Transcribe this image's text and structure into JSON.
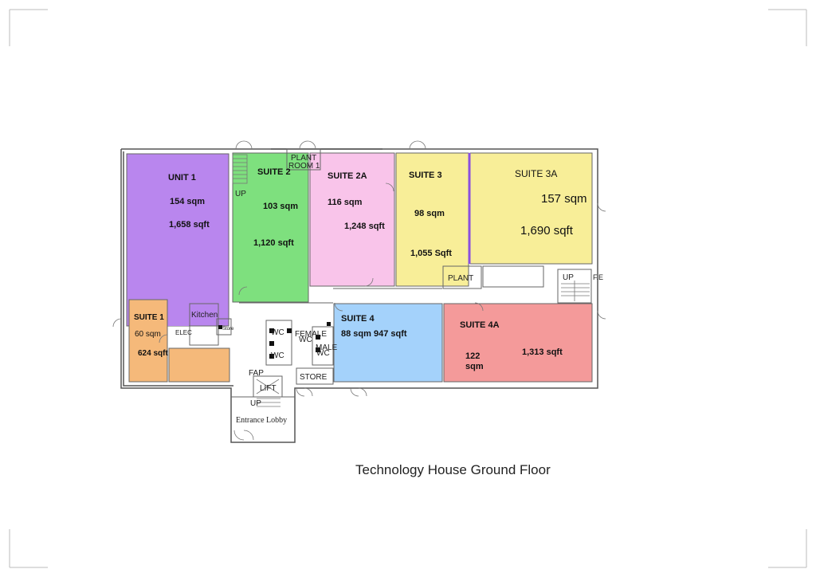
{
  "title": "Technology House Ground Floor",
  "colors": {
    "unit1": "#b986ee",
    "suite2": "#7ee07e",
    "suite2a": "#f9c4ea",
    "suite3": "#f8ee98",
    "suite3a": "#f8ee98",
    "suite1": "#f5b97a",
    "suite4": "#a4d2fb",
    "suite4a": "#f49a9a",
    "wall": "#555555"
  },
  "rooms": {
    "unit1": {
      "name": "UNIT 1",
      "sqm": "154 sqm",
      "sqft": "1,658 sqft"
    },
    "suite2": {
      "name": "SUITE 2",
      "sqm": "103 sqm",
      "sqft": "1,120 sqft"
    },
    "suite2a": {
      "name": "SUITE 2A",
      "sqm": "116 sqm",
      "sqft": "1,248 sqft"
    },
    "suite3": {
      "name": "SUITE 3",
      "sqm": "98 sqm",
      "sqft": "1,055 Sqft"
    },
    "suite3a": {
      "name": "SUITE 3A",
      "sqm": "157 sqm",
      "sqft": "1,690 sqft"
    },
    "suite1": {
      "name": "SUITE 1",
      "sqm": "60 sqm",
      "sqft": "624 sqft"
    },
    "suite4": {
      "name": "SUITE 4",
      "area": "88 sqm 947 sqft"
    },
    "suite4a": {
      "name": "SUITE 4A",
      "sqm_line1": "122",
      "sqm_line2": "sqm",
      "sqft": "1,313 sqft"
    }
  },
  "labels": {
    "up_left": "UP",
    "up_lobby": "UP",
    "up_right": "UP",
    "plant_room_line1": "PLANT",
    "plant_room_line2": "ROOM 1",
    "plant": "PLANT",
    "fe": "F.E",
    "kitchen": "Kitchen",
    "elec": "ELEC",
    "store_small": "Store",
    "wc1": "WC",
    "wc2": "WC",
    "wc3": "WC",
    "wc4": "WC",
    "female": "FEMALE",
    "male": "MALE",
    "fap": "FAP",
    "lift": "LIFT",
    "store": "STORE",
    "entrance_lobby": "Entrance Lobby"
  }
}
